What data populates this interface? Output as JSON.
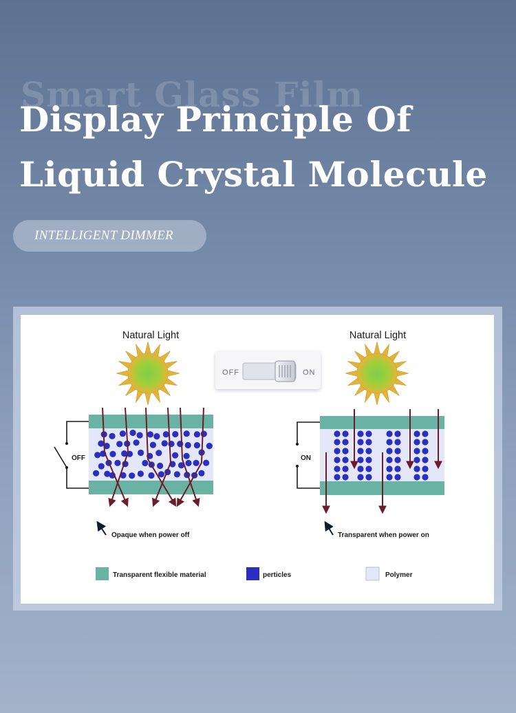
{
  "header": {
    "watermark": "Smart Glass Film",
    "title_line1": "Display Principle Of",
    "title_line2": "Liquid Crystal Molecule",
    "pill_label": "INTELLIGENT DIMMER"
  },
  "diagram": {
    "left_heading": "Natural Light",
    "right_heading": "Natural Light",
    "switch_off": "OFF",
    "switch_on": "ON",
    "left_state": "OFF",
    "right_state": "ON",
    "left_caption": "Opaque when power off",
    "right_caption": "Transparent when power on",
    "legend": [
      {
        "label": "Transparent flexible material",
        "color": "#69b3a5"
      },
      {
        "label": "perticles",
        "color": "#2a2fc0"
      },
      {
        "label": "Polymer",
        "color": "#e3e7f7"
      }
    ]
  },
  "colors": {
    "film": "#69b3a5",
    "particle": "#2a2fc0",
    "polymer": "#e3e7f7",
    "ray": "#6b1d2a",
    "sun": "#e2b53a"
  }
}
